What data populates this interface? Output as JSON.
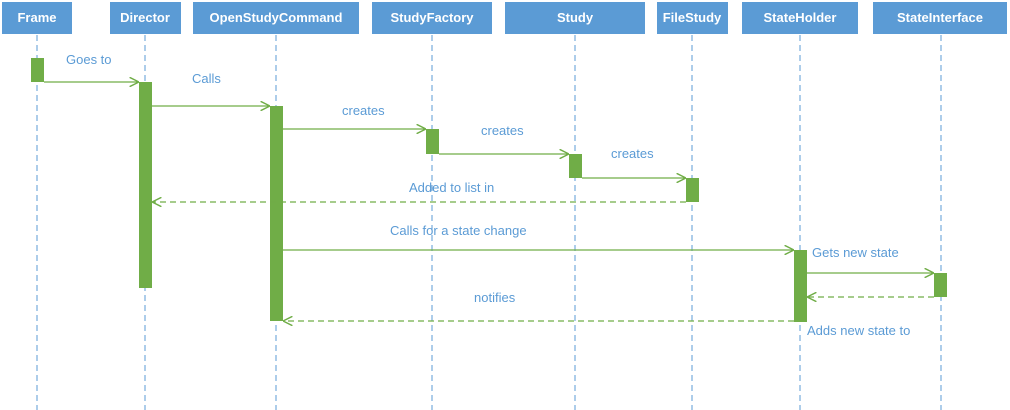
{
  "colors": {
    "lifeline_header": "#5b9bd5",
    "lifeline_text": "#ffffff",
    "activation": "#70ad47",
    "message_line": "#70ad47",
    "message_label": "#5b9bd5"
  },
  "lifelines": [
    {
      "id": "frame",
      "label": "Frame"
    },
    {
      "id": "director",
      "label": "Director"
    },
    {
      "id": "open-study-command",
      "label": "OpenStudyCommand"
    },
    {
      "id": "study-factory",
      "label": "StudyFactory"
    },
    {
      "id": "study",
      "label": "Study"
    },
    {
      "id": "file-study",
      "label": "FileStudy"
    },
    {
      "id": "state-holder",
      "label": "StateHolder"
    },
    {
      "id": "state-interface",
      "label": "StateInterface"
    }
  ],
  "messages": [
    {
      "id": "goes-to",
      "label": "Goes to",
      "from": "frame",
      "to": "director",
      "style": "solid"
    },
    {
      "id": "calls",
      "label": "Calls",
      "from": "director",
      "to": "open-study-command",
      "style": "solid"
    },
    {
      "id": "creates-1",
      "label": "creates",
      "from": "open-study-command",
      "to": "study-factory",
      "style": "solid"
    },
    {
      "id": "creates-2",
      "label": "creates",
      "from": "study-factory",
      "to": "study",
      "style": "solid"
    },
    {
      "id": "creates-3",
      "label": "creates",
      "from": "study",
      "to": "file-study",
      "style": "solid"
    },
    {
      "id": "added-to-list",
      "label": "Added to list in",
      "from": "file-study",
      "to": "director",
      "style": "dashed"
    },
    {
      "id": "calls-for-state-change",
      "label": "Calls for a state change",
      "from": "open-study-command",
      "to": "state-holder",
      "style": "solid"
    },
    {
      "id": "gets-new-state",
      "label": "Gets new state",
      "from": "state-holder",
      "to": "state-interface",
      "style": "solid"
    },
    {
      "id": "state-return",
      "label": "",
      "from": "state-interface",
      "to": "state-holder",
      "style": "dashed"
    },
    {
      "id": "notifies",
      "label": "notifies",
      "from": "state-holder",
      "to": "open-study-command",
      "style": "dashed"
    },
    {
      "id": "adds-new-state-to",
      "label": "Adds new state to",
      "from": "state-holder",
      "to": "state-holder",
      "style": "none"
    }
  ]
}
